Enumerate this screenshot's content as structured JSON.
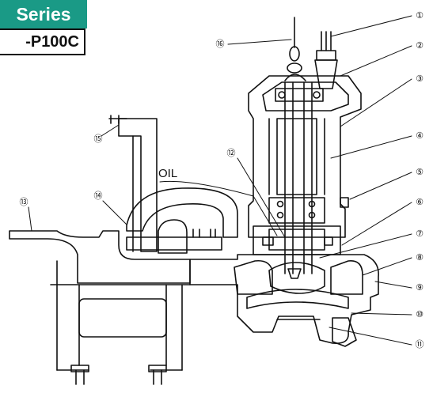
{
  "header": {
    "series_label": "Series",
    "model_label": "-P100C"
  },
  "diagram": {
    "oil_label": "OIL"
  },
  "callouts": [
    {
      "label": "①"
    },
    {
      "label": "②"
    },
    {
      "label": "③"
    },
    {
      "label": "④"
    },
    {
      "label": "⑤"
    },
    {
      "label": "⑥"
    },
    {
      "label": "⑦"
    },
    {
      "label": "⑧"
    },
    {
      "label": "⑨"
    },
    {
      "label": "⑩"
    },
    {
      "label": "⑪"
    },
    {
      "label": "⑫"
    },
    {
      "label": "⑬"
    },
    {
      "label": "⑭"
    },
    {
      "label": "⑮"
    },
    {
      "label": "⑯"
    }
  ],
  "colors": {
    "accent": "#1a9a86",
    "ink": "#111111"
  }
}
